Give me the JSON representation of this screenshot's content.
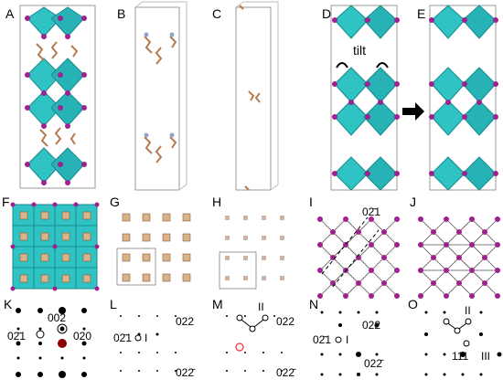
{
  "figure": {
    "panel_labels": [
      "A",
      "B",
      "C",
      "D",
      "E",
      "F",
      "G",
      "H",
      "I",
      "J",
      "K",
      "L",
      "M",
      "N",
      "O"
    ],
    "annotations": {
      "tilt": "tilt",
      "I_index": "02̄1",
      "K_top": "002",
      "K_left": "02̄1",
      "K_right": "020",
      "L_left": "02̄1",
      "L_I": "I",
      "L_right_top": "022",
      "L_right_bottom": "022̄",
      "M_II": "II",
      "M_right_top": "022",
      "M_right_bottom": "022̄",
      "N_left": "02̄1",
      "N_I": "I",
      "N_right_top": "022",
      "N_right_bottom": "022̄",
      "O_II": "II",
      "O_111": "111",
      "O_III": "III"
    },
    "colors": {
      "octahedron": "#2fc3c3",
      "octahedron_dark": "#1a9fa2",
      "iodide": "#a0208f",
      "organic": "#b57b4f",
      "frame": "#9a9a9a",
      "diffraction_red": "#ff2b2b"
    }
  }
}
